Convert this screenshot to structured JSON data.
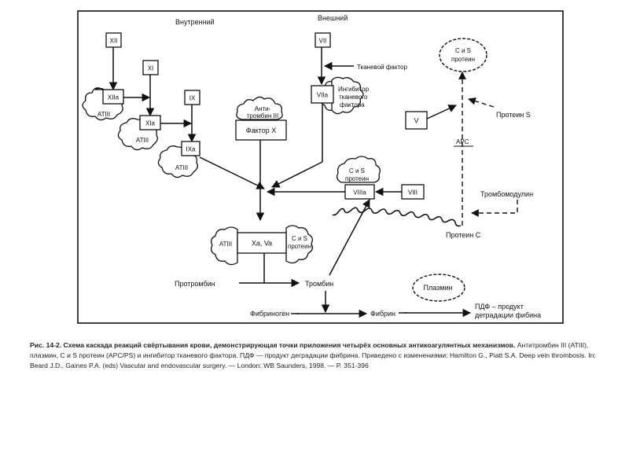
{
  "labels": {
    "intrinsic": "Внутренний",
    "extrinsic": "Внешний",
    "tissue_factor": "Тканевой фактор",
    "tfpi": [
      "Ингибитор",
      "тканевого",
      "фактора"
    ],
    "protein_s": "Протеин S",
    "apc": "АРС",
    "thrombomodulin": "Тромбомодулин",
    "protein_c": "Протеин С",
    "prothrombin": "Протромбин",
    "thrombin": "Тромбин",
    "plasmin": "Плазмин",
    "fibrinogen": "Фибриноген",
    "fibrin": "Фибрин",
    "fdp": [
      "ПДФ – продукт",
      "деградации фибина"
    ],
    "antithrombin": [
      "Анти-",
      "тромбин III"
    ]
  },
  "nodes": {
    "xii": "XII",
    "xiia": "XIIa",
    "xi": "XI",
    "xia": "XIa",
    "ix": "IX",
    "ixa": "IXa",
    "factor_x": "Фактор X",
    "vii": "VII",
    "viia": "VIIa",
    "viii": "VIII",
    "viiia": "VIIIa",
    "xava": "Xa, Va",
    "v": "V",
    "atiii": "ATIII",
    "cs_protein": [
      "С и S",
      "протеин"
    ]
  },
  "caption": {
    "bold": "Рис. 14-2. Схема каскада реакций свёртывания крови, демонстрирующая точки приложения четырёх основных антикоагулянтных механизмов.",
    "text": " Антитромбин III (ATIII), плазмин, С и S протеин (APC/PS) и ингибитор тканевого фактора. ПДФ — продукт деградации фибрина. Приведено с изменениями: Hamilton G., Piatt S.A. Deep vein thrombosis. In: Beard J.D., Gaines P.A. (eds) Vascular and endovascular surgery. — London: WB Saunders, 1998. — P. 351-396"
  }
}
